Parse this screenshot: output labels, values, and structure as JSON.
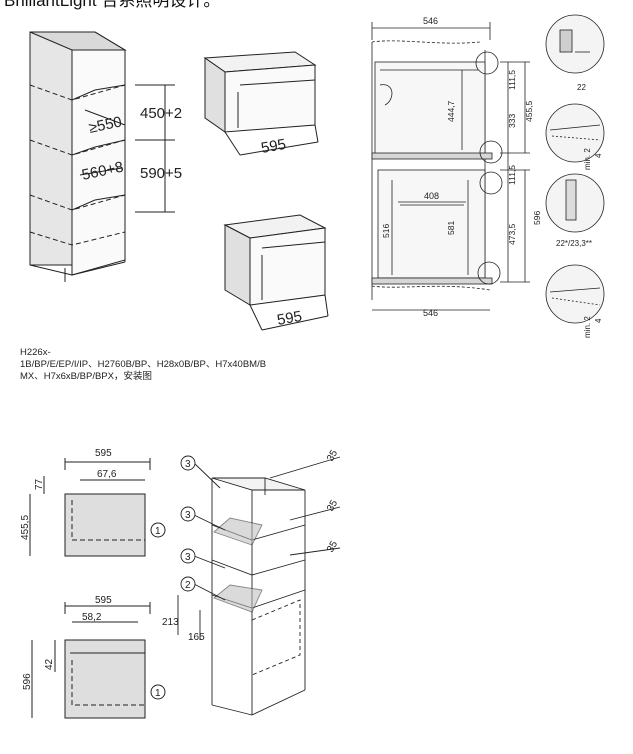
{
  "header": {
    "title": "BrilliantLight 合系照明设计。"
  },
  "fig1": {
    "dims": [
      "450+2",
      "≥550",
      "560+8",
      "590+5",
      "595",
      "595"
    ]
  },
  "fig2": {
    "dims": [
      "546",
      "111,5",
      "444,7",
      "333",
      "455,5",
      "111,5",
      "408",
      "516",
      "581",
      "473,5",
      "596",
      "546"
    ]
  },
  "details": {
    "d1": "22",
    "d2": "min. 2",
    "d2b": "4",
    "d3": "22*/23,3**",
    "d4": "min. 2",
    "d4b": "4"
  },
  "caption": {
    "line1": "H226x-",
    "line2": "1B/BP/E/EP/I/IP、H2760B/BP、H28x0B/BP、H7x40BM/B",
    "line3": "MX、H7x6xB/BP/BPX，安装图"
  },
  "fig3": {
    "top_front": {
      "width": "595",
      "inner": "67,6",
      "top": "77",
      "height": "455,5",
      "callout": "1"
    },
    "bottom_front": {
      "width": "595",
      "inner": "58,2",
      "top": "42",
      "height": "596",
      "callout": "1"
    },
    "tower": {
      "callouts": [
        "3",
        "3",
        "3",
        "2"
      ],
      "dims": [
        "35",
        "35",
        "35",
        "213",
        "165"
      ]
    }
  }
}
